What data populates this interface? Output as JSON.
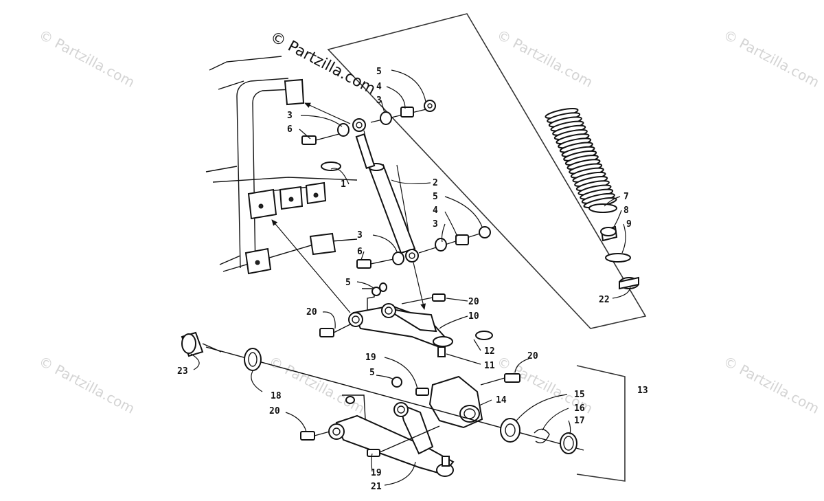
{
  "watermark": {
    "main_text": "© Partzilla.com",
    "tile_text": "© Partzilla.com"
  },
  "callouts": [
    "5",
    "4",
    "3",
    "3",
    "6",
    "1",
    "2",
    "5",
    "4",
    "3",
    "3",
    "6",
    "5",
    "20",
    "20",
    "10",
    "12",
    "11",
    "19",
    "5",
    "20",
    "23",
    "18",
    "20",
    "14",
    "15",
    "16",
    "17",
    "13",
    "19",
    "21",
    "7",
    "8",
    "9",
    "22"
  ]
}
